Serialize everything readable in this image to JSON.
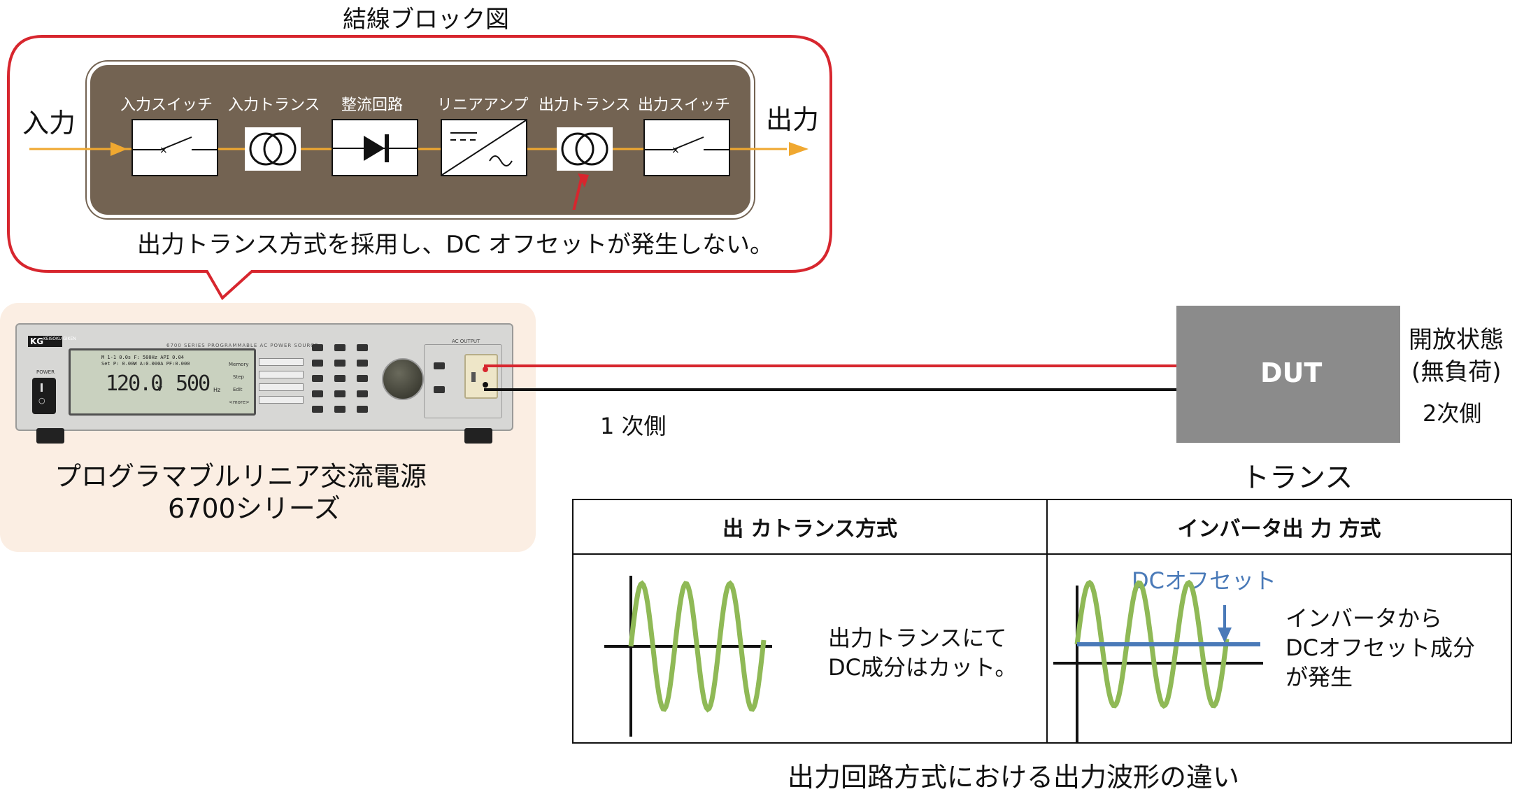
{
  "callout": {
    "title": "結線ブロック図",
    "input_label": "入力",
    "output_label": "出力",
    "blocks": [
      "入力スイッチ",
      "入力トランス",
      "整流回路",
      "リニアアンプ",
      "出力トランス",
      "出力スイッチ"
    ],
    "note": "出力トランス方式を採用し、DC オフセットが発生しない。",
    "border_color": "#d7262e",
    "panel_color": "#736352",
    "arrow_color": "#f0a830"
  },
  "device": {
    "caption_line1": "プログラマブルリニア交流電源",
    "caption_line2": "6700シリーズ",
    "brand": "KG",
    "brand_sub": "KEISOKU GIKEN",
    "series_text": "6700 SERIES PROGRAMMABLE AC POWER SOURCE",
    "power_label": "POWER",
    "ac_output_label": "AC OUTPUT",
    "lcd_line1": "M 1-1   0.0s F:  500Hz API  0.04",
    "lcd_line2": "Set  P: 0.00W A:0.000A  PF:0.000",
    "lcd_voltage": "120.0",
    "lcd_voltage_unit": "V",
    "lcd_freq": "500",
    "lcd_freq_unit": "Hz",
    "softkeys": [
      "Memory",
      "Step",
      "Edit",
      "<more>"
    ],
    "switch_symbol": "○"
  },
  "wiring": {
    "primary_label": "1 次側",
    "secondary_label": "2次側",
    "red": "#d7262e",
    "black": "#111111"
  },
  "dut": {
    "label": "DUT",
    "caption": "トランス",
    "state_line1": "開放状態",
    "state_line2": "(無負荷)"
  },
  "comparison": {
    "col1_header": "出 カトランス方式",
    "col2_header": "インバータ出 力 方式",
    "col1_text_line1": "出力トランスにて",
    "col1_text_line2": "DC成分はカット。",
    "col2_offset_label": "DCオフセット",
    "col2_text_line1": "インバータから",
    "col2_text_line2": "DCオフセット成分",
    "col2_text_line3": "が発生",
    "caption": "出力回路方式における出力波形の違い",
    "wave_color": "#8fb956",
    "offset_color": "#4a7ab8"
  }
}
